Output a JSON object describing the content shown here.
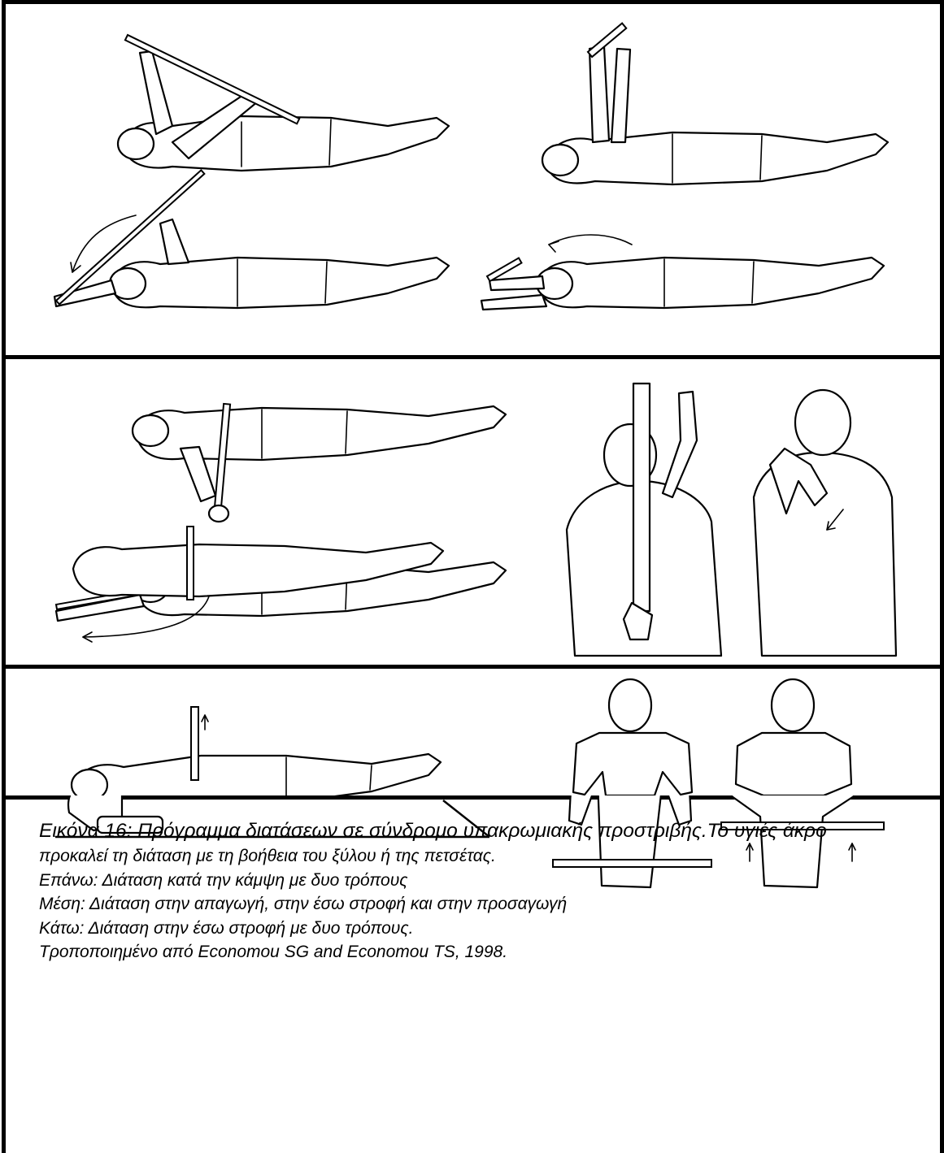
{
  "figure": {
    "caption_lines": [
      "Εικόνα 16: Πρόγραμμα διατάσεων σε σύνδρομο υπακρωμιακής προστριβής.Το υγιές άκρο",
      "προκαλεί τη διάταση με τη βοήθεια του ξύλου ή της πετσέτας.",
      "Επάνω: Διάταση κατά την κάμψη με δυο τρόπους",
      "Μέση: Διάταση στην απαγωγή, στην έσω στροφή και στην προσαγωγή",
      "Κάτω: Διάταση στην έσω στροφή με δυο τρόπους.",
      "Τροποποιημένο από Economou SG and Economou TS, 1998."
    ]
  },
  "colors": {
    "ink": "#000000",
    "paper": "#ffffff"
  }
}
